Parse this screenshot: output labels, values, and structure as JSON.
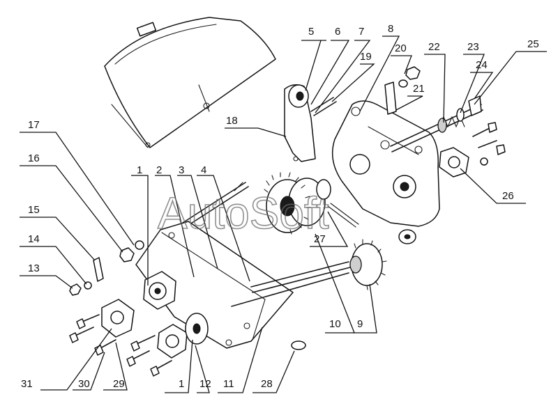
{
  "watermark": "AutoSoft",
  "callouts": [
    "1",
    "2",
    "3",
    "4",
    "5",
    "6",
    "7",
    "8",
    "9",
    "10",
    "11",
    "12",
    "13",
    "14",
    "15",
    "16",
    "17",
    "18",
    "19",
    "20",
    "21",
    "22",
    "23",
    "24",
    "25",
    "26",
    "27",
    "28",
    "29",
    "30",
    "31",
    "1"
  ]
}
